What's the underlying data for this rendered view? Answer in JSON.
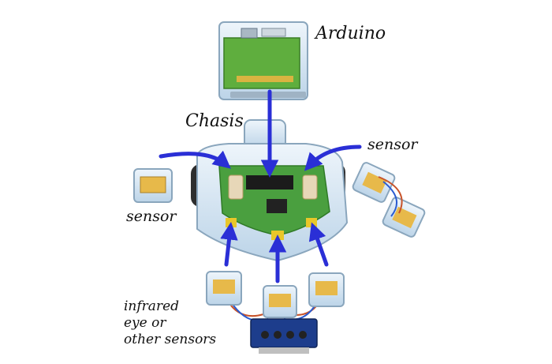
{
  "labels": {
    "arduino": "Arduino",
    "chasis": "Chasis",
    "sensor_right": "sensor",
    "sensor_left": "sensor",
    "infrared": [
      "infrared",
      "eye or",
      "other sensors"
    ]
  },
  "colors": {
    "arrow": "#2a2fd6",
    "acrylic": "#cfe3f2",
    "pcb": "#3f9a3a",
    "wire_red": "#c8532a",
    "wire_blue": "#2a5bd0",
    "ir_board": "#1d3d8c"
  }
}
